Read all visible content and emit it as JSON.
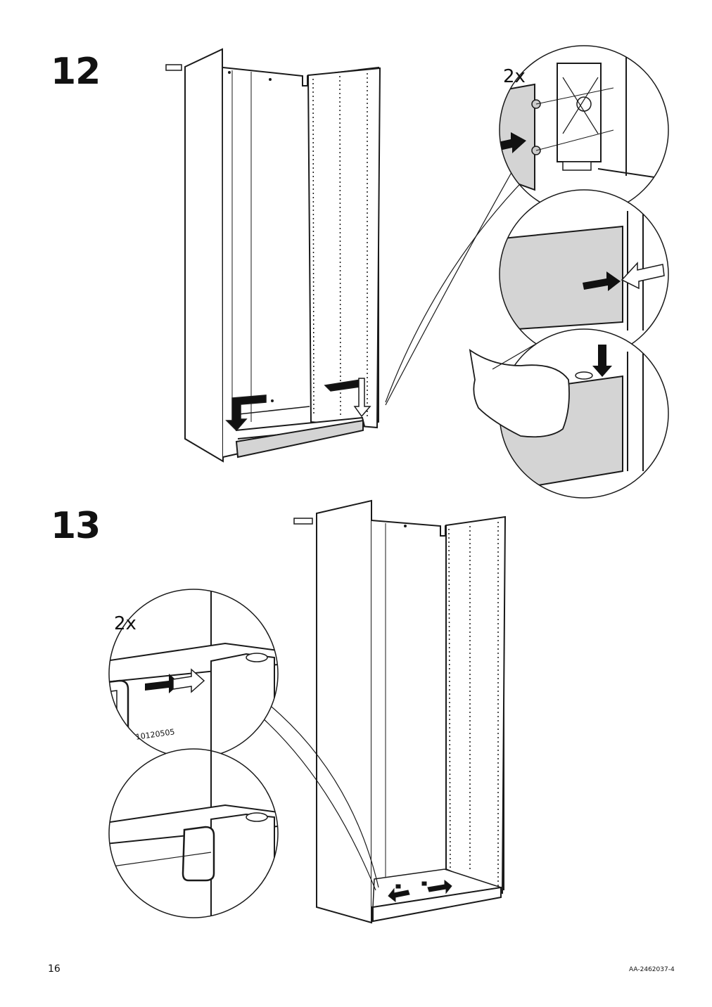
{
  "steps": [
    {
      "number": "12",
      "quantity": "2x"
    },
    {
      "number": "13",
      "quantity": "2x",
      "part_number": "10120505"
    }
  ],
  "footer": {
    "page_number": "16",
    "document_code": "AA-2462037-4"
  },
  "colors": {
    "line": "#1a1a1a",
    "panel_gray": "#d4d4d4",
    "arrow_fill": "#111111"
  }
}
